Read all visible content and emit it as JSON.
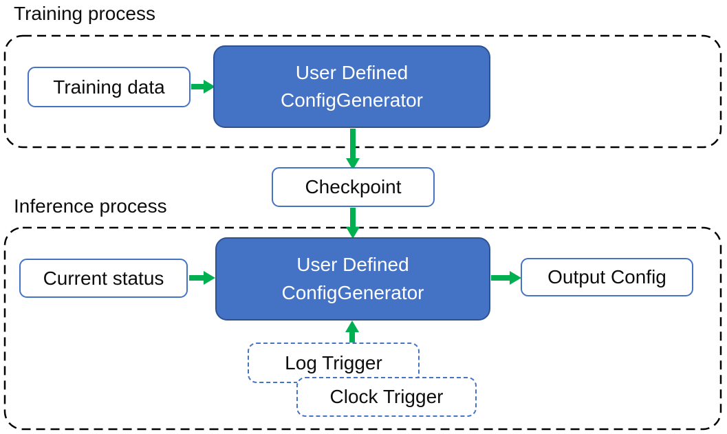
{
  "colors": {
    "generator_fill": "#4472C4",
    "generator_border": "#2F528F",
    "box_border": "#4472C4",
    "arrow_green": "#00B050",
    "container_dash": "#000000",
    "text_dark": "#0d0d0d",
    "text_light": "#ffffff"
  },
  "training": {
    "section_label": "Training process",
    "input_label": "Training data",
    "generator_label": "User Defined\nConfigGenerator"
  },
  "checkpoint": {
    "label": "Checkpoint"
  },
  "inference": {
    "section_label": "Inference process",
    "input_label": "Current status",
    "generator_label": "User Defined\nConfigGenerator",
    "output_label": "Output Config",
    "log_trigger_label": "Log Trigger",
    "clock_trigger_label": "Clock Trigger"
  }
}
